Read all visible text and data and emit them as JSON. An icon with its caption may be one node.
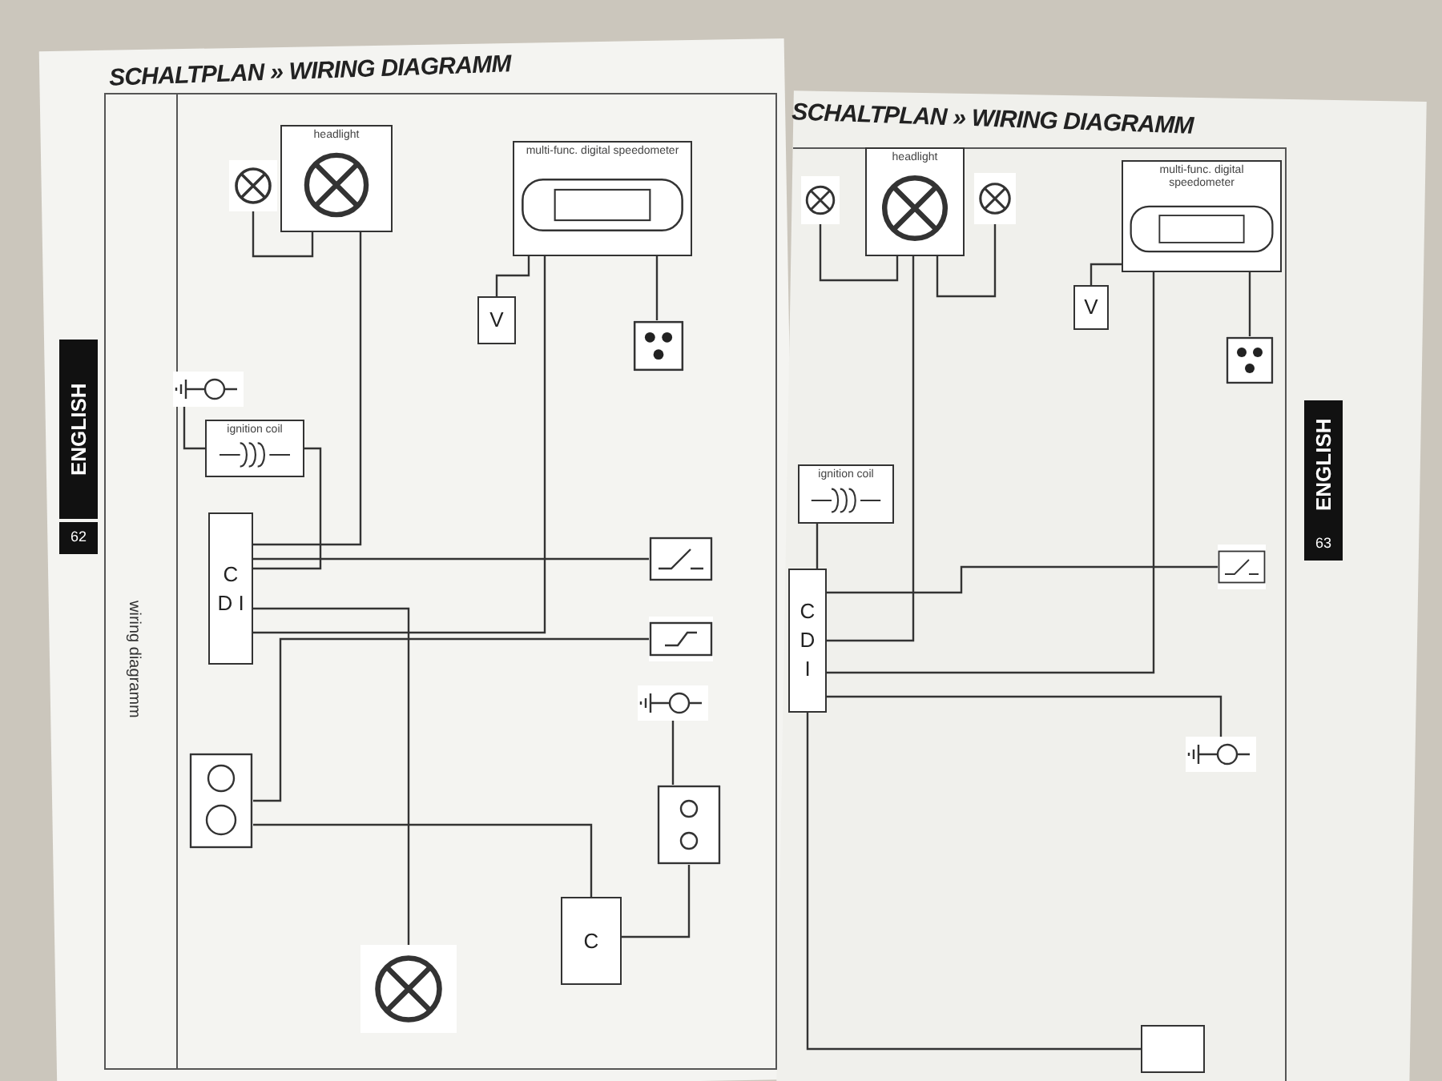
{
  "diagram": {
    "nodes": [
      {
        "text": [
          "headlight"
        ]
      },
      {
        "text": [],
        "shape": "picture"
      },
      {
        "text": [
          "multi-func. digital speedometer"
        ]
      },
      {
        "text": [
          "V"
        ]
      },
      {
        "text": [],
        "shape": "picture"
      },
      {
        "text": [],
        "shape": "picture"
      },
      {
        "text": [
          "ignition coil"
        ]
      },
      {
        "text": [
          "C D I"
        ]
      },
      {
        "text": [],
        "shape": "picture"
      },
      {
        "text": [],
        "shape": "picture"
      },
      {
        "text": [],
        "shape": "picture"
      },
      {
        "text": [],
        "shape": "picture"
      },
      {
        "text": [],
        "shape": "picture"
      },
      {
        "text": [
          "C"
        ]
      },
      {
        "text": [],
        "shape": "picture"
      },
      {
        "text": [
          "headlight"
        ]
      },
      {
        "text": [],
        "shape": "picture"
      },
      {
        "text": [],
        "shape": "picture"
      },
      {
        "text": [
          "multi-func. digital speedometer"
        ]
      },
      {
        "text": [
          "V"
        ]
      },
      {
        "text": [],
        "shape": "picture"
      },
      {
        "text": [
          "ignition coil"
        ]
      },
      {
        "text": [
          "C D I"
        ]
      },
      {
        "text": [],
        "shape": "picture"
      },
      {
        "text": [],
        "shape": "picture"
      },
      {
        "text": [],
        "shape": "box"
      }
    ],
    "edges": [
      {
        "from": 1,
        "to": 0,
        "arrow": "none"
      },
      {
        "from": 0,
        "to": 7,
        "arrow": "none"
      },
      {
        "from": 6,
        "to": 7,
        "arrow": "none"
      },
      {
        "from": 7,
        "to": 12,
        "arrow": "none"
      },
      {
        "from": 2,
        "to": 7,
        "arrow": "none"
      },
      {
        "from": 2,
        "to": 4,
        "arrow": "none"
      },
      {
        "from": 3,
        "to": 2,
        "arrow": "none"
      },
      {
        "from": 8,
        "to": 7,
        "arrow": "none"
      },
      {
        "from": 9,
        "to": 11,
        "arrow": "none"
      },
      {
        "from": 11,
        "to": 13,
        "arrow": "none"
      },
      {
        "from": 13,
        "to": 14,
        "arrow": "none"
      },
      {
        "from": 10,
        "to": 14,
        "arrow": "none"
      },
      {
        "from": 16,
        "to": 15,
        "arrow": "none"
      },
      {
        "from": 17,
        "to": 15,
        "arrow": "none"
      },
      {
        "from": 15,
        "to": 22,
        "arrow": "none"
      },
      {
        "from": 21,
        "to": 22,
        "arrow": "none"
      },
      {
        "from": 18,
        "to": 22,
        "arrow": "none"
      },
      {
        "from": 18,
        "to": 20,
        "arrow": "none"
      },
      {
        "from": 19,
        "to": 18,
        "arrow": "none"
      },
      {
        "from": 23,
        "to": 22,
        "arrow": "none"
      },
      {
        "from": 22,
        "to": 25,
        "arrow": "none"
      },
      {
        "from": 5,
        "to": 6,
        "arrow": "none"
      },
      {
        "from": 24,
        "to": 22,
        "arrow": "none"
      }
    ],
    "labels": [
      "SCHALTPLAN » WIRING DIAGRAMM",
      "ENGLISH",
      "62",
      "wiring diagramm",
      "SCHALTPLAN » WIRING DIAGRAMM",
      "ENGLISH",
      "63"
    ]
  }
}
